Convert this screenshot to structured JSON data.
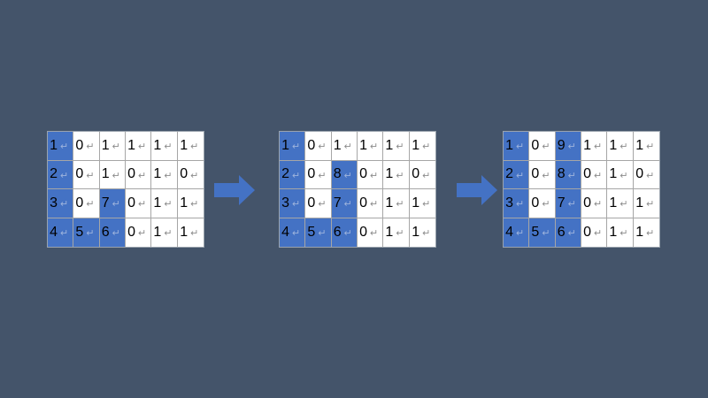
{
  "return_mark": "↵",
  "highlight_color": "#4472c4",
  "arrow_color": "#4472c4",
  "grids": [
    {
      "rows": [
        [
          "1",
          "0",
          "1",
          "1",
          "1",
          "1"
        ],
        [
          "2",
          "0",
          "1",
          "0",
          "1",
          "0"
        ],
        [
          "3",
          "0",
          "7",
          "0",
          "1",
          "1"
        ],
        [
          "4",
          "5",
          "6",
          "0",
          "1",
          "1"
        ]
      ],
      "highlight": [
        [
          true,
          false,
          false,
          false,
          false,
          false
        ],
        [
          true,
          false,
          false,
          false,
          false,
          false
        ],
        [
          true,
          false,
          true,
          false,
          false,
          false
        ],
        [
          true,
          true,
          true,
          false,
          false,
          false
        ]
      ]
    },
    {
      "rows": [
        [
          "1",
          "0",
          "1",
          "1",
          "1",
          "1"
        ],
        [
          "2",
          "0",
          "8",
          "0",
          "1",
          "0"
        ],
        [
          "3",
          "0",
          "7",
          "0",
          "1",
          "1"
        ],
        [
          "4",
          "5",
          "6",
          "0",
          "1",
          "1"
        ]
      ],
      "highlight": [
        [
          true,
          false,
          false,
          false,
          false,
          false
        ],
        [
          true,
          false,
          true,
          false,
          false,
          false
        ],
        [
          true,
          false,
          true,
          false,
          false,
          false
        ],
        [
          true,
          true,
          true,
          false,
          false,
          false
        ]
      ]
    },
    {
      "rows": [
        [
          "1",
          "0",
          "9",
          "1",
          "1",
          "1"
        ],
        [
          "2",
          "0",
          "8",
          "0",
          "1",
          "0"
        ],
        [
          "3",
          "0",
          "7",
          "0",
          "1",
          "1"
        ],
        [
          "4",
          "5",
          "6",
          "0",
          "1",
          "1"
        ]
      ],
      "highlight": [
        [
          true,
          false,
          true,
          false,
          false,
          false
        ],
        [
          true,
          false,
          true,
          false,
          false,
          false
        ],
        [
          true,
          false,
          true,
          false,
          false,
          false
        ],
        [
          true,
          true,
          true,
          false,
          false,
          false
        ]
      ]
    }
  ]
}
